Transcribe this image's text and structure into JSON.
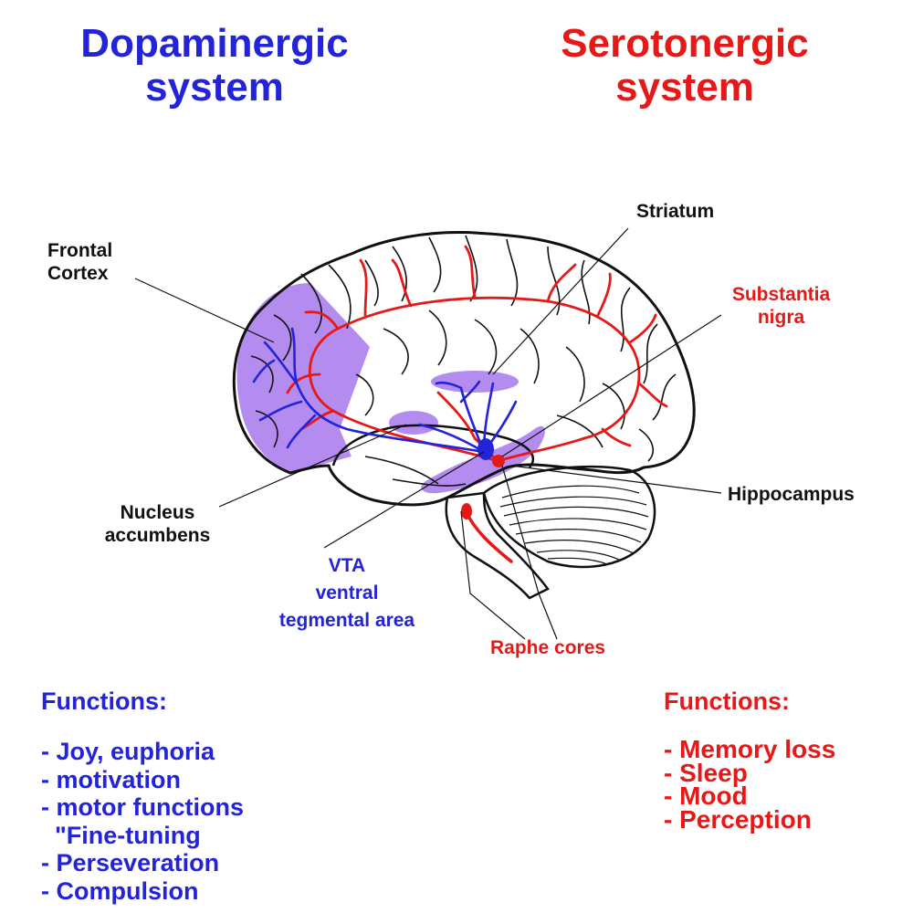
{
  "colors": {
    "dopamine": "#2323d8",
    "serotonin": "#e61919",
    "region": "#b48cf0",
    "outline": "#111111"
  },
  "titles": {
    "dopaminergic": [
      "Dopaminergic",
      "system"
    ],
    "serotonergic": [
      "Serotonergic",
      "system"
    ]
  },
  "labels": {
    "striatum": "Striatum",
    "frontal_cortex": [
      "Frontal",
      "Cortex"
    ],
    "substantia_nigra": [
      "Substantia",
      "nigra"
    ],
    "hippocampus": "Hippocampus",
    "nucleus_accumbens": [
      "Nucleus",
      "accumbens"
    ],
    "vta": [
      "VTA",
      "ventral",
      "tegmental area"
    ],
    "raphe_cores": "Raphe cores"
  },
  "functions": {
    "dopaminergic": {
      "heading": "Functions:",
      "items": [
        "- Joy, euphoria",
        "- motivation",
        "- motor functions",
        "  \"Fine-tuning",
        "- Perseveration",
        "- Compulsion"
      ]
    },
    "serotonergic": {
      "heading": "Functions:",
      "items": [
        "- Memory loss",
        "- Sleep",
        "- Mood",
        "- Perception"
      ]
    }
  }
}
